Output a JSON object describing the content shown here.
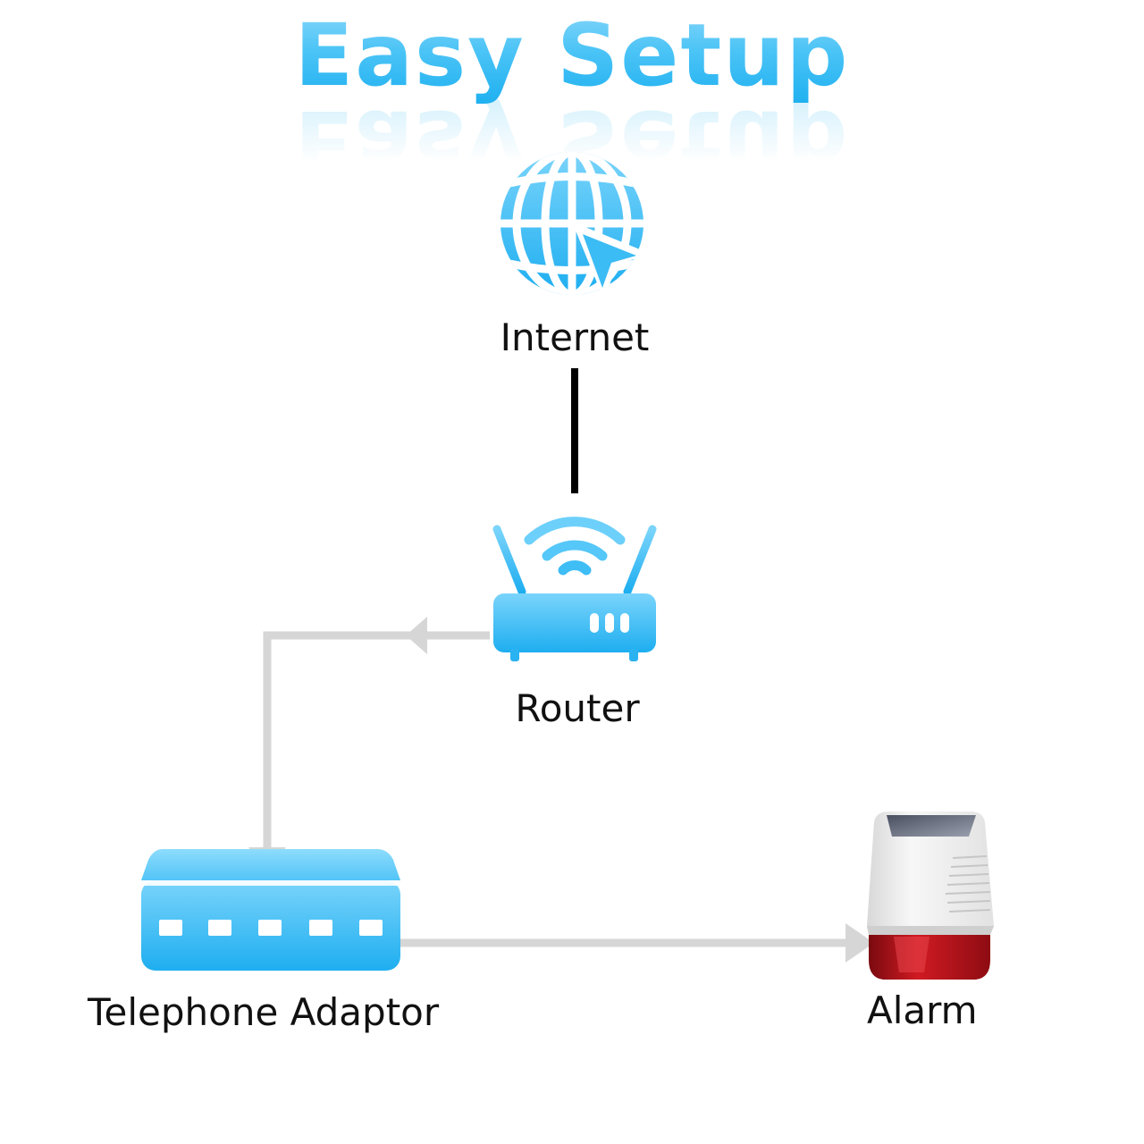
{
  "title": "Easy Setup",
  "nodes": {
    "internet": {
      "label": "Internet",
      "icon": "globe-cursor-icon"
    },
    "router": {
      "label": "Router",
      "icon": "wifi-router-icon"
    },
    "adaptor": {
      "label": "Telephone Adaptor",
      "icon": "network-switch-icon"
    },
    "alarm": {
      "label": "Alarm",
      "icon": "solar-siren-icon"
    }
  },
  "colors": {
    "accent": "#29b6f0",
    "accent_light": "#8fd9fb",
    "connector": "#d6d6d6",
    "link": "#000000",
    "alarm_red": "#c0141c"
  }
}
